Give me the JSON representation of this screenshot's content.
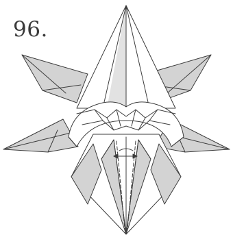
{
  "step_label": "96.",
  "colors": {
    "line": "#3c3c3c",
    "shade": "#d3d3d3",
    "paper": "#ffffff",
    "background": "#ffffff"
  },
  "symbols": {
    "valley_fold": "dashed-line",
    "push_arrow": "double-headed-arrow"
  }
}
